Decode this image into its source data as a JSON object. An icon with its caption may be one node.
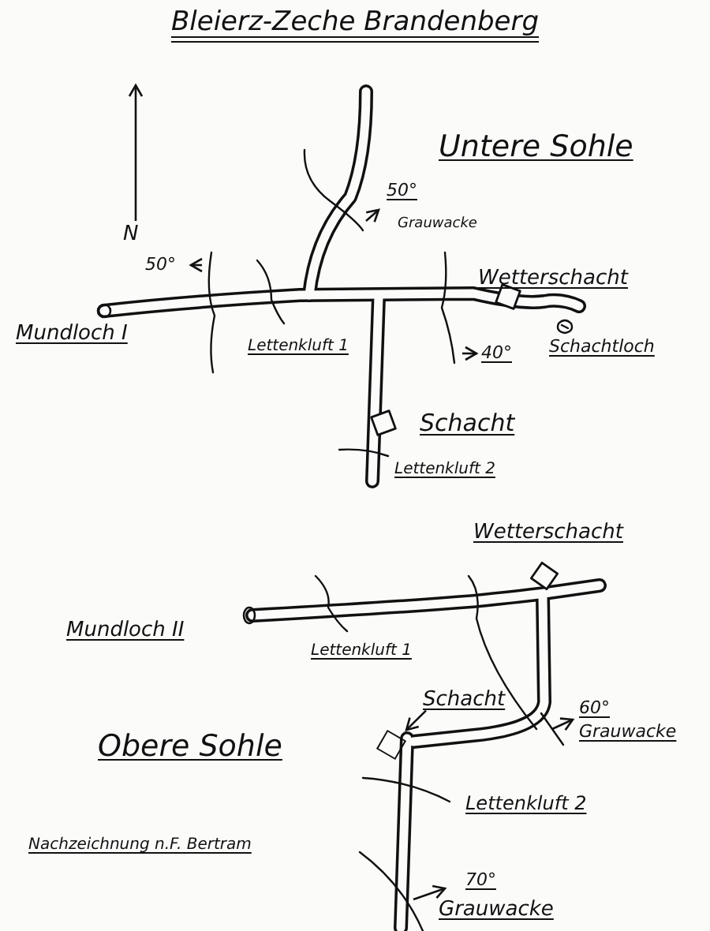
{
  "diagram": {
    "title": "Bleierz-Zeche Brandenberg",
    "nodes": [
      {
        "text": [
          "Schacht"
        ]
      },
      {
        "text": [],
        "shape": "box"
      }
    ],
    "edges": [
      {
        "from": 0,
        "to": 1,
        "arrow": "to"
      }
    ],
    "labels": [
      "Untere Sohle",
      "50°",
      "Grauwacke",
      "N",
      "50°",
      "Wetterschacht",
      "Mundloch I",
      "Lettenkluft 1",
      "40°",
      "Schachtloch",
      "Schacht",
      "Lettenkluft 2",
      "Wetterschacht",
      "Mundloch II",
      "Lettenkluft 1",
      "60°",
      "Grauwacke",
      "Obere Sohle",
      "Lettenkluft 2",
      "Nachzeichnung n.F. Bertram",
      "70°",
      "Grauwacke"
    ]
  }
}
